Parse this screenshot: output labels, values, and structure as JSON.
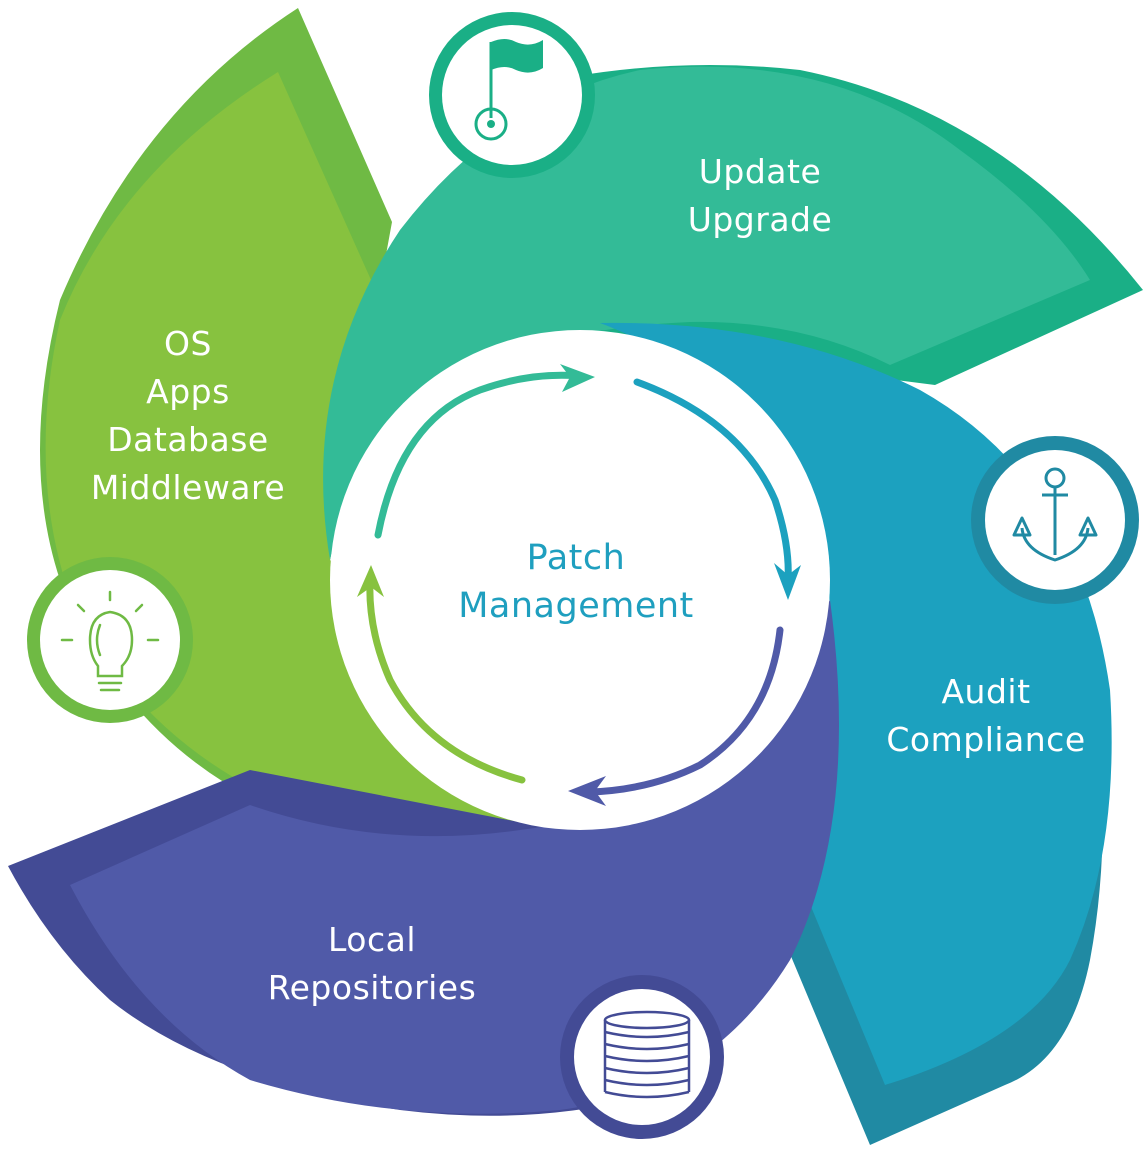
{
  "center": {
    "line1": "Patch",
    "line2": "Management"
  },
  "segments": [
    {
      "key": "update",
      "lines": [
        "Update",
        "Upgrade"
      ],
      "icon": "flag-icon",
      "color": "#33bb97",
      "shadow": "#1aaf86"
    },
    {
      "key": "audit",
      "lines": [
        "Audit",
        "Compliance"
      ],
      "icon": "anchor-icon",
      "color": "#1ca1bf",
      "shadow": "#208aa3"
    },
    {
      "key": "repos",
      "lines": [
        "Local",
        "Repositories"
      ],
      "icon": "database-icon",
      "color": "#505aa8",
      "shadow": "#434b95"
    },
    {
      "key": "sources",
      "lines": [
        "OS",
        "Apps",
        "Database",
        "Middleware"
      ],
      "icon": "lightbulb-icon",
      "color": "#87c23f",
      "shadow": "#6fba44"
    }
  ],
  "colors": {
    "center_text": "#1f9fbf",
    "arrow_green": "#33bb97",
    "arrow_teal": "#1ca1bf",
    "arrow_indigo": "#505aa8",
    "arrow_lime": "#87c23f"
  }
}
